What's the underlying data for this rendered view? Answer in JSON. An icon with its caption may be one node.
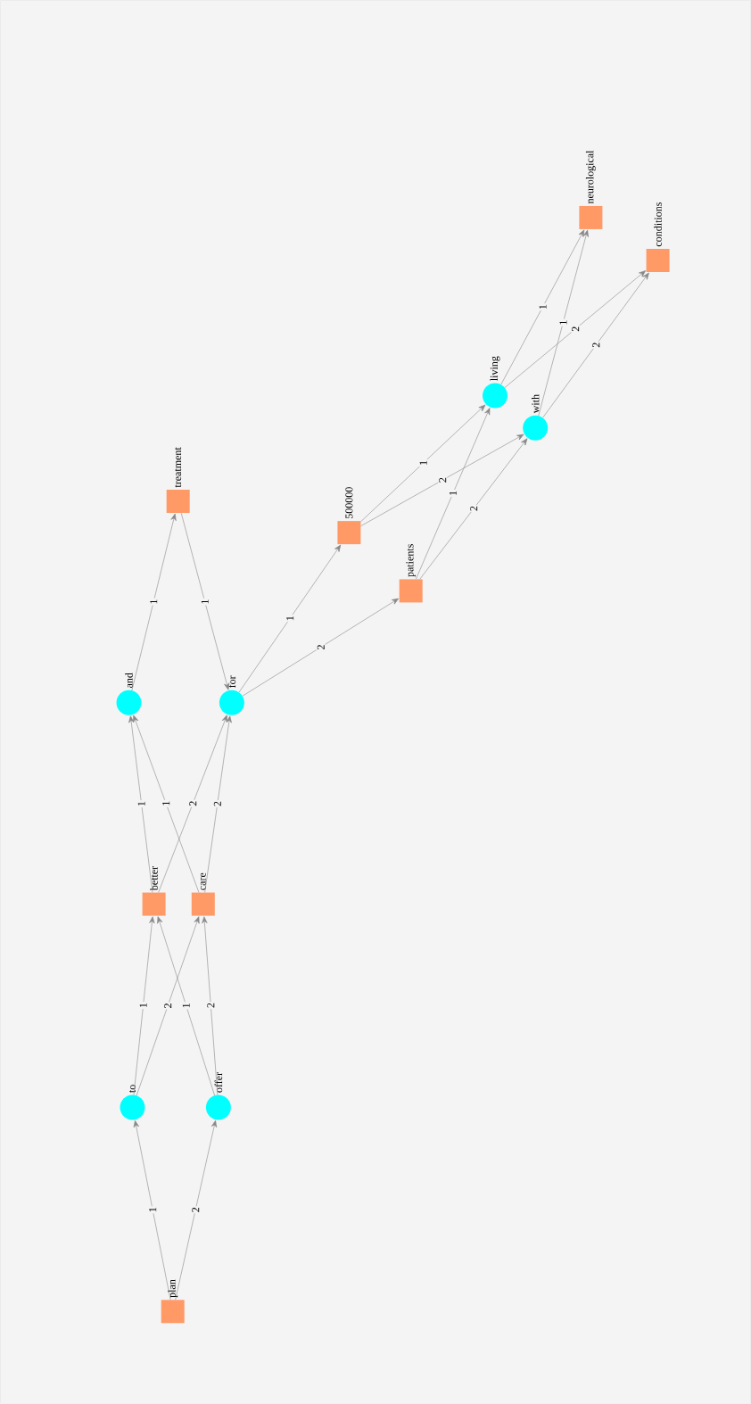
{
  "diagram": {
    "nodes": [
      {
        "text": [
          "plan"
        ]
      },
      {
        "text": [
          "to"
        ]
      },
      {
        "text": [
          "offer"
        ]
      },
      {
        "text": [
          "better"
        ]
      },
      {
        "text": [
          "care"
        ]
      },
      {
        "text": [
          "and"
        ]
      },
      {
        "text": [
          "for"
        ]
      },
      {
        "text": [
          "treatment"
        ]
      },
      {
        "text": [
          "500000"
        ]
      },
      {
        "text": [
          "patients"
        ]
      },
      {
        "text": [
          "living"
        ]
      },
      {
        "text": [
          "with"
        ]
      },
      {
        "text": [
          "neurological"
        ]
      },
      {
        "text": [
          "conditions"
        ]
      }
    ],
    "edges": [
      {
        "from": 0,
        "to": 1,
        "arrow": "to",
        "label": "1"
      },
      {
        "from": 0,
        "to": 2,
        "arrow": "to",
        "label": "2"
      },
      {
        "from": 1,
        "to": 3,
        "arrow": "to",
        "label": "1"
      },
      {
        "from": 1,
        "to": 4,
        "arrow": "to",
        "label": "2"
      },
      {
        "from": 2,
        "to": 3,
        "arrow": "to",
        "label": "1"
      },
      {
        "from": 2,
        "to": 4,
        "arrow": "to",
        "label": "2"
      },
      {
        "from": 3,
        "to": 5,
        "arrow": "to",
        "label": "1"
      },
      {
        "from": 4,
        "to": 5,
        "arrow": "to",
        "label": "1"
      },
      {
        "from": 3,
        "to": 6,
        "arrow": "to",
        "label": "2"
      },
      {
        "from": 4,
        "to": 6,
        "arrow": "to",
        "label": "2"
      },
      {
        "from": 5,
        "to": 7,
        "arrow": "to",
        "label": "1"
      },
      {
        "from": 7,
        "to": 6,
        "arrow": "to",
        "label": "1"
      },
      {
        "from": 6,
        "to": 8,
        "arrow": "to",
        "label": "1"
      },
      {
        "from": 6,
        "to": 9,
        "arrow": "to",
        "label": "2"
      },
      {
        "from": 8,
        "to": 10,
        "arrow": "to",
        "label": "1"
      },
      {
        "from": 8,
        "to": 11,
        "arrow": "to",
        "label": "2"
      },
      {
        "from": 9,
        "to": 10,
        "arrow": "to",
        "label": "1"
      },
      {
        "from": 9,
        "to": 11,
        "arrow": "to",
        "label": "2"
      },
      {
        "from": 10,
        "to": 12,
        "arrow": "to",
        "label": "1"
      },
      {
        "from": 11,
        "to": 12,
        "arrow": "to",
        "label": "1"
      },
      {
        "from": 10,
        "to": 13,
        "arrow": "to",
        "label": "2"
      },
      {
        "from": 11,
        "to": 13,
        "arrow": "to",
        "label": "2"
      }
    ]
  }
}
